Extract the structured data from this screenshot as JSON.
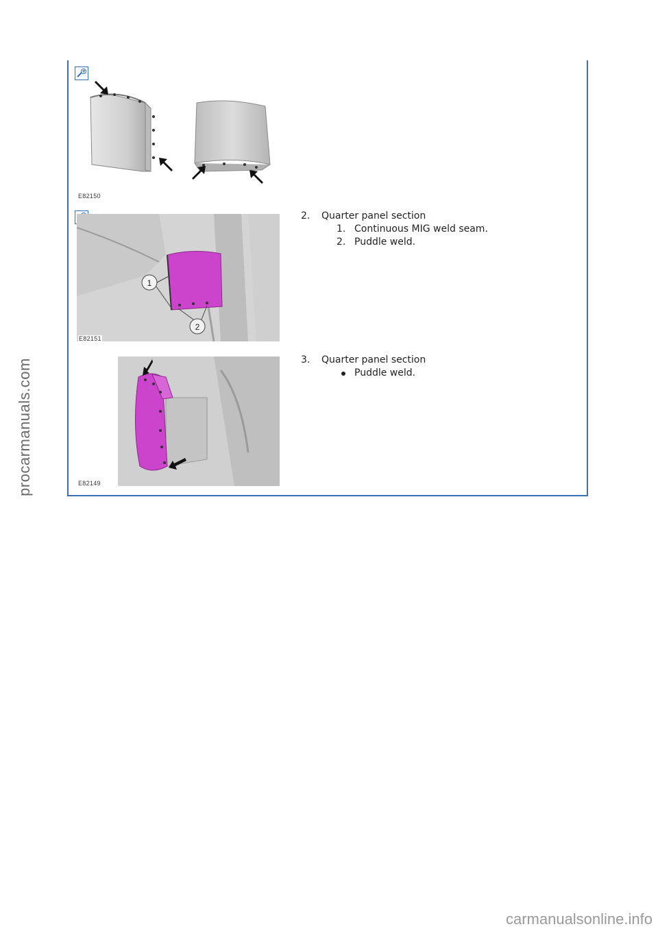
{
  "watermarks": {
    "side": "procarmanuals.com",
    "bottom": "carmanualsonline.info"
  },
  "figures": [
    {
      "code": "E82150"
    },
    {
      "code": "E82151"
    },
    {
      "code": "E82149"
    }
  ],
  "steps": [
    {
      "number": "2.",
      "title": "Quarter panel section",
      "items": [
        {
          "marker": "1.",
          "text": "Continuous MIG weld seam."
        },
        {
          "marker": "2.",
          "text": "Puddle weld."
        }
      ]
    },
    {
      "number": "3.",
      "title": "Quarter panel section",
      "items": [
        {
          "marker": "bullet",
          "text": "Puddle weld."
        }
      ]
    }
  ],
  "callouts": {
    "c1": "1",
    "c2": "2"
  },
  "colors": {
    "frame": "#3a6fb5",
    "highlight": "#cc44cc"
  },
  "icons": {
    "zoom": "zoom-in-icon",
    "arrow": "weld-arrow"
  }
}
